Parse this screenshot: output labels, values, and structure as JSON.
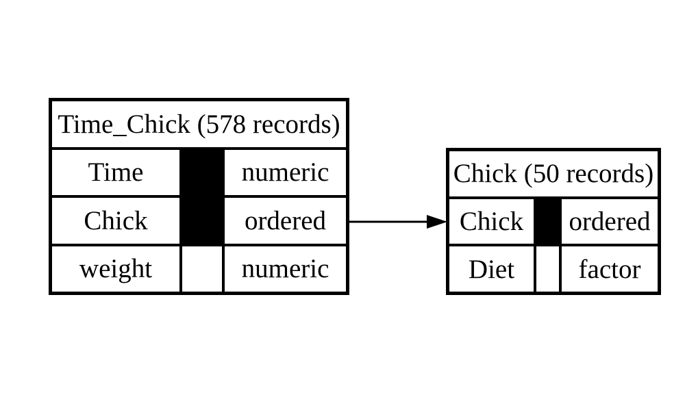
{
  "page": {
    "background_color": "#ffffff",
    "line_color": "#000000",
    "text_color": "#000000",
    "key_fill_color": "#000000"
  },
  "diagram": {
    "tables": [
      {
        "title": "Time_Chick (578 records)",
        "name": "Time_Chick",
        "records_label": "578 records",
        "fields": [
          {
            "name": "Time",
            "type": "numeric",
            "is_key": true
          },
          {
            "name": "Chick",
            "type": "ordered",
            "is_key": true
          },
          {
            "name": "weight",
            "type": "numeric",
            "is_key": false
          }
        ]
      },
      {
        "title": "Chick (50 records)",
        "name": "Chick",
        "records_label": "50 records",
        "fields": [
          {
            "name": "Chick",
            "type": "ordered",
            "is_key": true
          },
          {
            "name": "Diet",
            "type": "factor",
            "is_key": false
          }
        ]
      }
    ],
    "relation": {
      "from_table": "Time_Chick",
      "from_field": "Chick",
      "to_table": "Chick",
      "to_field": "Chick"
    }
  }
}
